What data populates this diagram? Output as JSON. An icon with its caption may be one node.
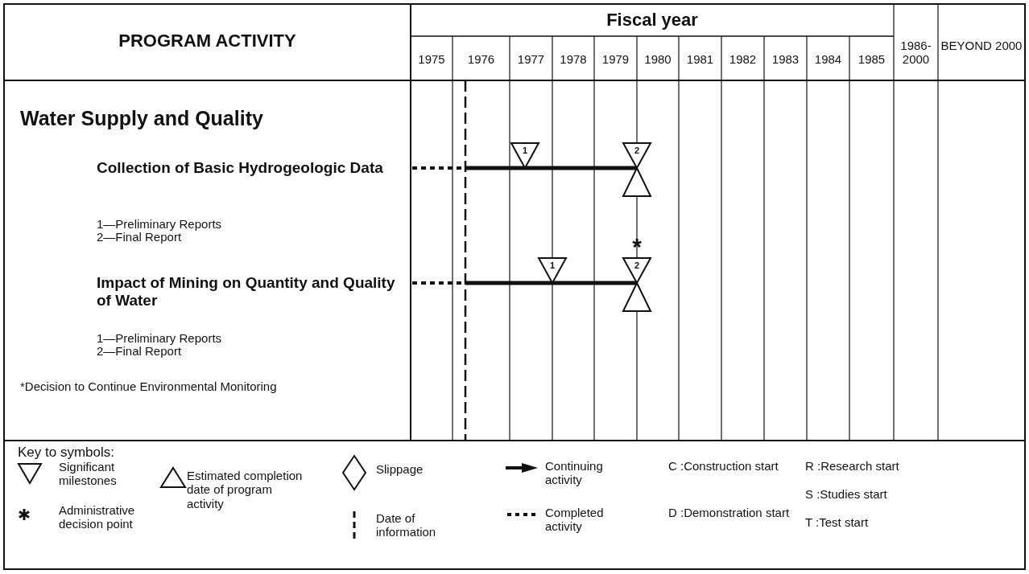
{
  "diagram": {
    "labels": [
      "PROGRAM ACTIVITY",
      "Fiscal year",
      "1975",
      "1976",
      "1977",
      "1978",
      "1979",
      "1980",
      "1981",
      "1982",
      "1983",
      "1984",
      "1985",
      "1986- 2000",
      "BEYOND 2000",
      "Water Supply and Quality",
      "Collection of Basic Hydrogeologic Data",
      "1",
      "2",
      "1—Preliminary Reports",
      "2—Final Report",
      "*",
      "Impact of Mining on Quantity and Quality of Water",
      "1",
      "2",
      "1—Preliminary Reports",
      "2—Final Report",
      "*Decision to Continue Environmental Monitoring",
      "Key to symbols:"
    ],
    "legend": [
      {
        "text": "Significant milestones"
      },
      {
        "text": "Administrative decision point"
      },
      {
        "text": "Estimated completion date of program activity"
      },
      {
        "text": "Slippage"
      },
      {
        "text": "Date of information"
      },
      {
        "text": "Continuing activity"
      },
      {
        "text": "Completed activity"
      },
      {
        "text": "C :Construction start"
      },
      {
        "text": "D :Demonstration start"
      },
      {
        "text": "R :Research start"
      },
      {
        "text": "S :Studies start"
      },
      {
        "text": "T :Test start"
      }
    ]
  }
}
